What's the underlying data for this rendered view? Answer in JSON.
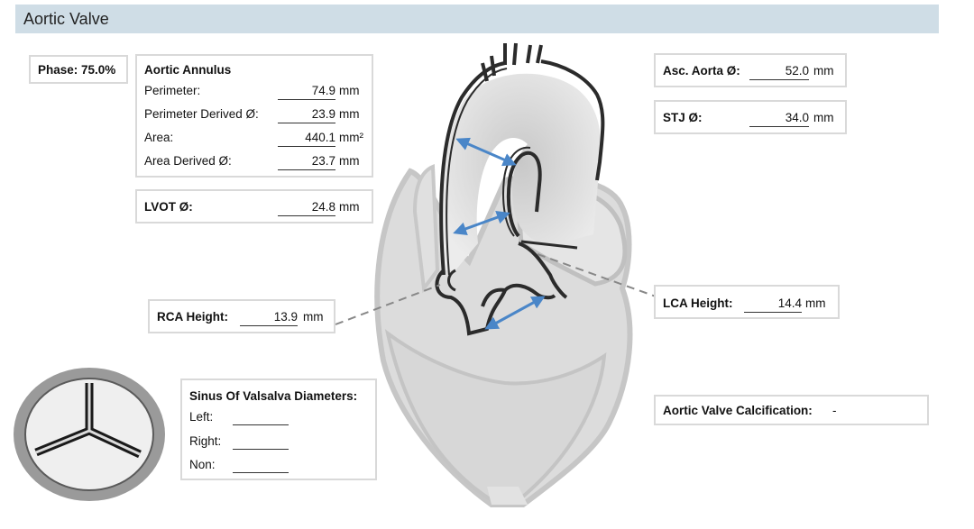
{
  "header": {
    "title": "Aortic Valve"
  },
  "phase": {
    "label": "Phase: 75.0%"
  },
  "annulus": {
    "title": "Aortic Annulus",
    "rows": [
      {
        "label": "Perimeter:",
        "value": "74.9",
        "unit": "mm"
      },
      {
        "label": "Perimeter Derived Ø:",
        "value": "23.9",
        "unit": "mm"
      },
      {
        "label": "Area:",
        "value": "440.1",
        "unit": "mm²"
      },
      {
        "label": "Area Derived Ø:",
        "value": "23.7",
        "unit": "mm"
      }
    ]
  },
  "lvot": {
    "label": "LVOT Ø:",
    "value": "24.8",
    "unit": "mm"
  },
  "rca": {
    "label": "RCA Height:",
    "value": "13.9",
    "unit": "mm"
  },
  "sinus": {
    "title": "Sinus Of Valsalva Diameters:",
    "rows": [
      {
        "label": "Left:",
        "value": ""
      },
      {
        "label": "Right:",
        "value": ""
      },
      {
        "label": "Non:",
        "value": ""
      }
    ]
  },
  "asc_aorta": {
    "label": "Asc. Aorta Ø:",
    "value": "52.0",
    "unit": "mm"
  },
  "stj": {
    "label": "STJ Ø:",
    "value": "34.0",
    "unit": "mm"
  },
  "lca": {
    "label": "LCA Height:",
    "value": "14.4",
    "unit": "mm"
  },
  "calcification": {
    "label": "Aortic Valve Calcification:",
    "value": "-"
  },
  "colors": {
    "header_bg": "#cfdde6",
    "arrow": "#4a86c8",
    "heart_fill": "#dcdcdc",
    "heart_stroke": "#bdbdbd",
    "aorta_wall": "#2b2b2b"
  }
}
